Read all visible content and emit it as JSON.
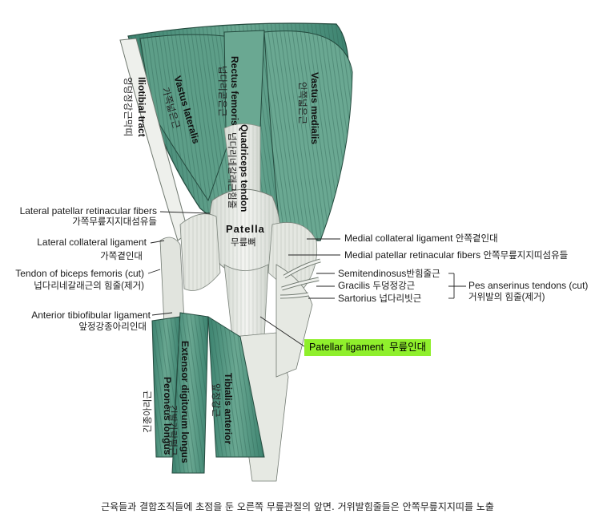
{
  "colors": {
    "muscle": "#5d9e88",
    "muscle_dark": "#2f6e5b",
    "tendon": "#e9ece6",
    "highlight": "#8fef2c"
  },
  "labels": {
    "lateral_patellar_retinacular": {
      "en": "Lateral patellar retinacular fibers",
      "kr": "가쪽무릎지지대섬유들"
    },
    "lateral_collateral": {
      "en": "Lateral collateral ligament",
      "kr": "가쪽곁인대"
    },
    "biceps_femoris": {
      "en": "Tendon of biceps femoris (cut)",
      "kr": "넙다리네갈래근의 힘줄(제거)"
    },
    "anterior_tibiofibular": {
      "en": "Anterior tibiofibular ligament",
      "kr": "앞정강종아리인대"
    },
    "medial_collateral": {
      "en": "Medial collateral ligament",
      "kr": "안쪽곁인대"
    },
    "medial_patellar_retinacular": {
      "en": "Medial patellar retinacular fibers",
      "kr": "안쪽무릎지지띠섬유들"
    },
    "semitendinosus": {
      "en": "Semitendinosus",
      "kr": "반힘줄근"
    },
    "gracilis": {
      "en": "Gracilis",
      "kr": "두덩정강근"
    },
    "sartorius": {
      "en": "Sartorius",
      "kr": "넙다리빗근"
    },
    "pes_anserinus": {
      "en": "Pes anserinus tendons (cut)",
      "kr": "거위발의 힘줄(제거)"
    },
    "patellar_ligament": {
      "en": "Patellar ligament",
      "kr": "무릎인대"
    }
  },
  "inner": {
    "iliotibial": {
      "en": "Iliotibial tract",
      "kr": "엉덩정강근막띠"
    },
    "vastus_lateralis": {
      "en": "Vastus lateralis",
      "kr": "가쪽넓은근"
    },
    "rectus_femoris": {
      "en": "Rectus femoris",
      "kr": "넙다리곧은근"
    },
    "quadriceps_tendon": {
      "en": "Quadriceps tendon",
      "kr": "넙다리네갈래근힘줄"
    },
    "vastus_medialis": {
      "en": "Vastus medialis",
      "kr": "안쪽넓은근"
    },
    "patella": {
      "en": "Patella",
      "kr": "무릎뼈"
    },
    "peroneus_longus": {
      "en": "Peroneus longus",
      "kr": "긴종아리근"
    },
    "extensor_digitorum": {
      "en": "Extensor digitorum longus",
      "kr": "긴발가락폄근"
    },
    "tibialis_anterior": {
      "en": "Tibialis anterior",
      "kr": "앞정강근"
    }
  },
  "caption": "근육들과 결합조직들에 초점을 둔 오른쪽 무릎관절의 앞면. 거위발힘줄들은 안쪽무릎지지띠를 노출"
}
